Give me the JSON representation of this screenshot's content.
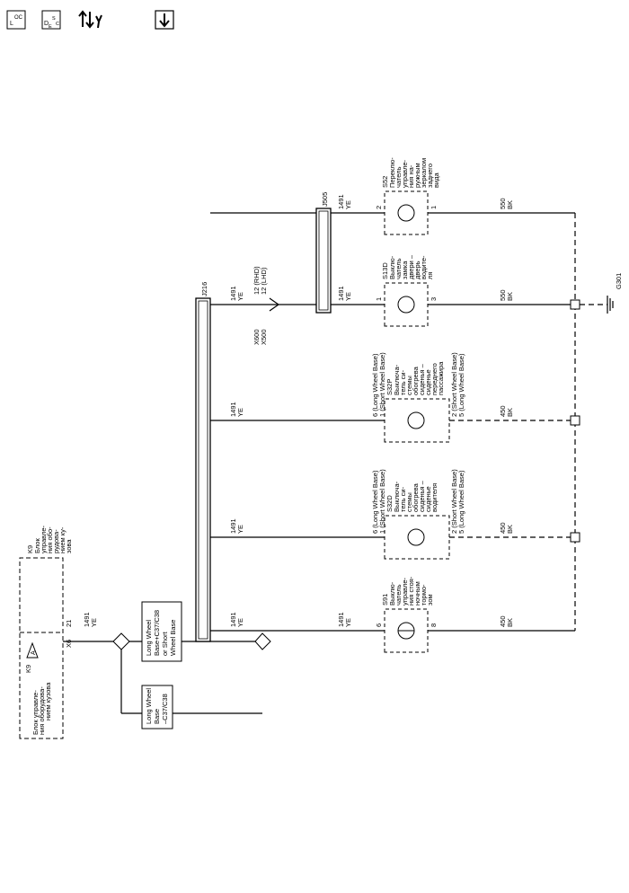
{
  "toolbar": {
    "loc_main": "L",
    "loc_sub": "OC",
    "desc_main": "D",
    "desc_sub1": "E",
    "desc_sub2": "S",
    "desc_sub3": "C",
    "conn_icon": "connector-pinout-icon",
    "down_icon": "down-arrow-icon"
  },
  "diagram": {
    "k9": {
      "ref": "K9",
      "name": [
        "Блок",
        "управле-",
        "ния обо-",
        "рудова-",
        "нием ку-",
        "зова"
      ],
      "name2": [
        "K9",
        "Блок управле-",
        "ния оборудова-",
        "нием кузова"
      ],
      "x6": "X6",
      "pin21": "21"
    },
    "wire_ye": [
      "1491",
      "YE"
    ],
    "wire_bk450": [
      "450",
      "BK"
    ],
    "wire_bk550": [
      "550",
      "BK"
    ],
    "boxes": {
      "lwb_or_swb": [
        "Long Wheel",
        "Base+C37/C38",
        "or Short",
        "Wheel Base"
      ],
      "lwb": [
        "Long Wheel",
        "Base",
        "–C37/C38"
      ]
    },
    "splices": {
      "j216": "J216",
      "j505": "J505"
    },
    "x600": {
      "pin_rhd": "12 (RHD)",
      "pin_lhd": "12 (LHD)",
      "x600": "X600",
      "x500": "X500"
    },
    "s91": {
      "ref": "S91",
      "desc": [
        "Выклю-",
        "чатель",
        "управле-",
        "ния стоя-",
        "ночным",
        "тормо-",
        "зом"
      ],
      "pin_top": "6",
      "pin_bot": "8"
    },
    "s32d": {
      "ref": "S32D",
      "pins_top": [
        "6 (Long Wheel Base)",
        "1 (Short Wheel Base)"
      ],
      "desc": [
        "Выключа-",
        "тель си-",
        "стемы",
        "обогрева",
        "сиденья –",
        "сиденье",
        "водителя"
      ],
      "pins_bot": [
        "2 (Short Wheel Base)",
        "5 (Long Wheel Base)"
      ]
    },
    "s32p": {
      "ref": "S32P",
      "pins_top": [
        "6 (Long Wheel Base)",
        "1 (Short Wheel Base)"
      ],
      "desc": [
        "Выключа-",
        "тель си-",
        "стемы",
        "обогрева",
        "сиденья –",
        "сиденье",
        "переднего",
        "пассажира"
      ],
      "pins_bot": [
        "2 (Short Wheel Base)",
        "5 (Long Wheel Base)"
      ]
    },
    "s13d": {
      "ref": "S13D",
      "desc": [
        "Выклю-",
        "чатель",
        "замка",
        "двери –",
        "дверь",
        "водите-",
        "ля"
      ],
      "pin_top": "1",
      "pin_bot": "3"
    },
    "s52": {
      "ref": "S52",
      "desc": [
        "Переклю-",
        "чатель",
        "управле-",
        "ния на-",
        "ружным",
        "зеркалом",
        "заднего",
        "вида"
      ],
      "pin_top": "2",
      "pin_bot": "1"
    },
    "ground": {
      "ref": "G301"
    }
  }
}
